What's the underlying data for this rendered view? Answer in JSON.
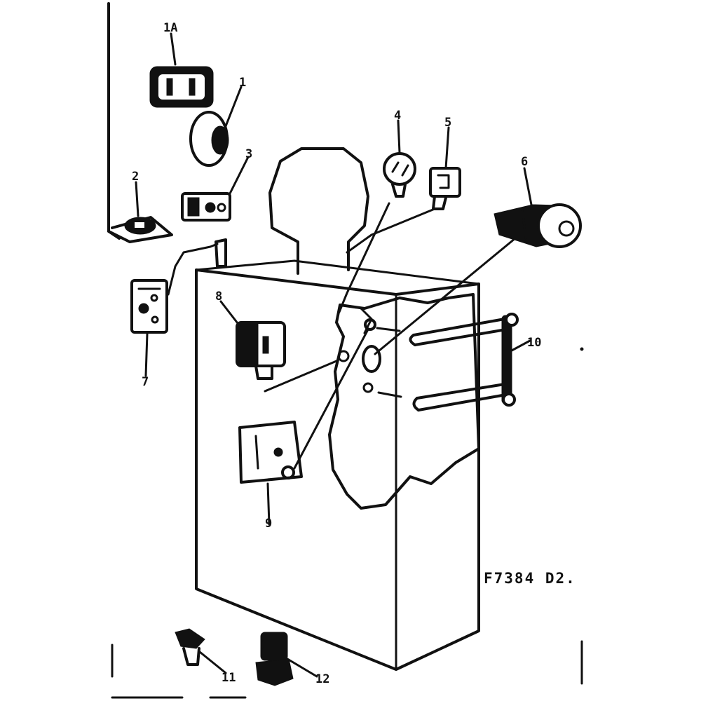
{
  "callouts": {
    "c1a": "1A",
    "c1": "1",
    "c2": "2",
    "c3": "3",
    "c4": "4",
    "c5": "5",
    "c6": "6",
    "c7": "7",
    "c8": "8",
    "c9": "9",
    "c10": "10",
    "c11": "11",
    "c12": "12"
  },
  "drawing_code": "F7384 D2."
}
